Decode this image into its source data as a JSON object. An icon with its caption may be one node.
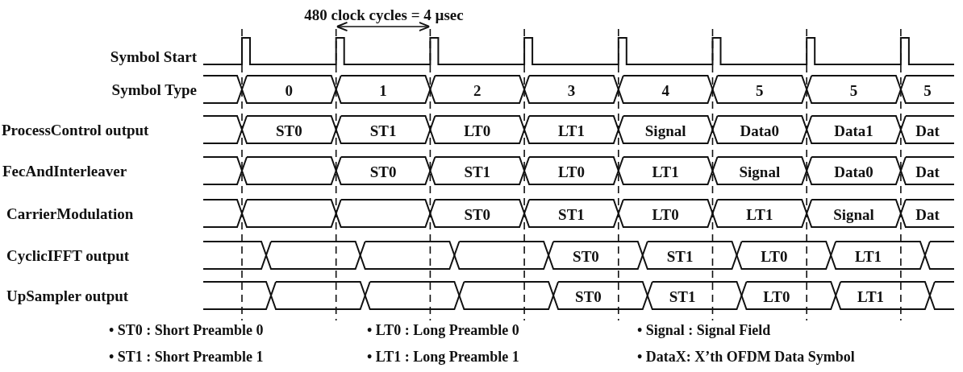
{
  "diagram": {
    "labels": [
      "480 clock cycles = 4 µsec",
      "Symbol Start",
      "Symbol Type",
      "0",
      "1",
      "2",
      "3",
      "4",
      "5",
      "5",
      "5",
      "ProcessControl output",
      "ST0",
      "ST1",
      "LT0",
      "LT1",
      "Signal",
      "Data0",
      "Data1",
      "Dat",
      "FecAndInterleaver",
      "ST0",
      "ST1",
      "LT0",
      "LT1",
      "Signal",
      "Data0",
      "Dat",
      "CarrierModulation",
      "ST0",
      "ST1",
      "LT0",
      "LT1",
      "Signal",
      "Dat",
      "CyclicIFFT output",
      "ST0",
      "ST1",
      "LT0",
      "LT1",
      "UpSampler output",
      "ST0",
      "ST1",
      "LT0",
      "LT1",
      "• ST0 : Short Preamble 0",
      "• LT0 : Long Preamble 0",
      "• Signal : Signal Field",
      "• ST1 : Short Preamble 1",
      "• LT1 : Long Preamble 1",
      "• DataX: X’th OFDM Data Symbol"
    ]
  }
}
